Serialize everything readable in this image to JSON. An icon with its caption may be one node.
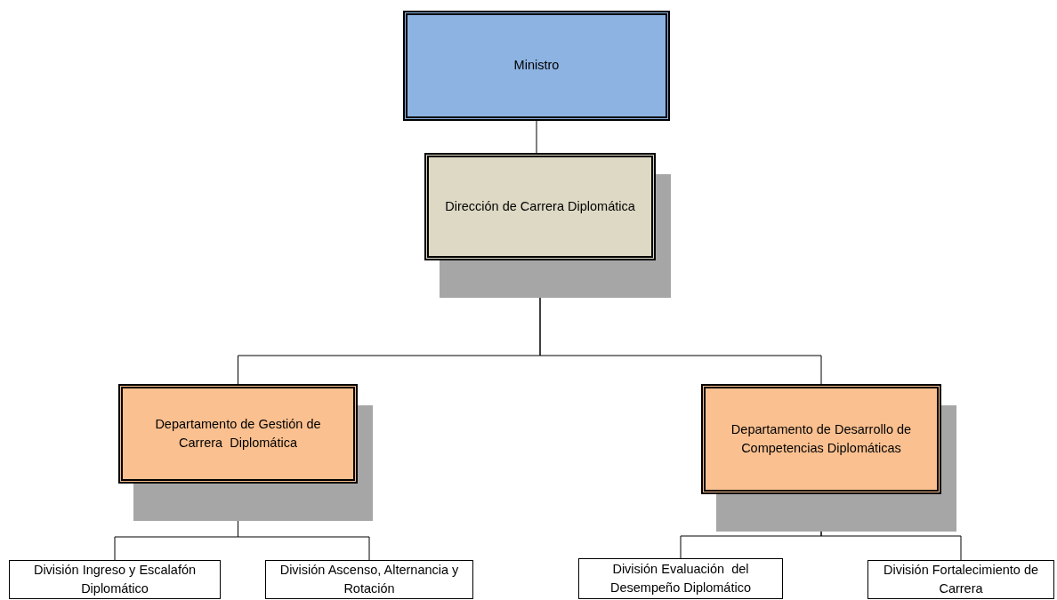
{
  "diagram": {
    "nodes": [
      {
        "text": [
          "Ministro"
        ]
      },
      {
        "text": [
          "Dirección de Carrera Diplomática"
        ]
      },
      {
        "text": [
          "Departamento de Gestión de Carrera  Diplomática"
        ]
      },
      {
        "text": [
          "Departamento de Desarrollo de Competencias Diplomáticas"
        ]
      },
      {
        "text": [
          "División Ingreso y Escalafón Diplomático"
        ]
      },
      {
        "text": [
          "División Ascenso, Alternancia y Rotación"
        ]
      },
      {
        "text": [
          "División Evaluación  del Desempeño Diplomático"
        ]
      },
      {
        "text": [
          "División Fortalecimiento de Carrera"
        ]
      }
    ],
    "edges": [
      {
        "from": 0,
        "to": 1,
        "arrow": "none"
      },
      {
        "from": 1,
        "to": 2,
        "arrow": "none"
      },
      {
        "from": 1,
        "to": 3,
        "arrow": "none"
      },
      {
        "from": 2,
        "to": 4,
        "arrow": "none"
      },
      {
        "from": 2,
        "to": 5,
        "arrow": "none"
      },
      {
        "from": 3,
        "to": 6,
        "arrow": "none"
      },
      {
        "from": 3,
        "to": 7,
        "arrow": "none"
      }
    ]
  }
}
